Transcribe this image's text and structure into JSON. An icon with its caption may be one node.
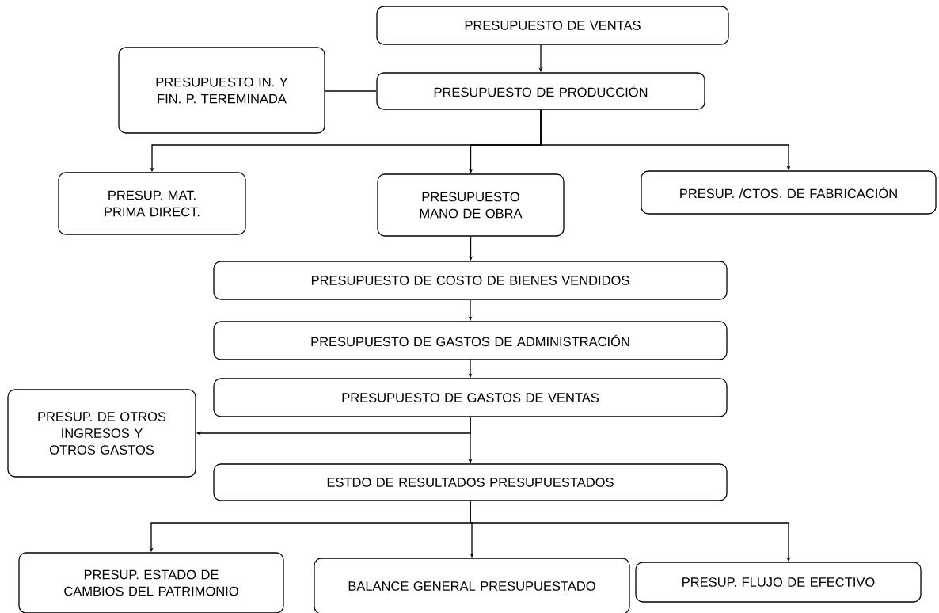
{
  "diagram": {
    "nodes": [
      {
        "text": [
          "PRESUPUESTO DE VENTAS"
        ]
      },
      {
        "text": [
          "PRESUPUESTO IN. Y FIN. P. TEREMINADA"
        ]
      },
      {
        "text": [
          "PRESUPUESTO DE PRODUCCIÓN"
        ]
      },
      {
        "text": [
          "PRESUP. MAT. PRIMA DIRECT."
        ]
      },
      {
        "text": [
          "PRESUPUESTO MANO DE OBRA"
        ]
      },
      {
        "text": [
          "PRESUP. /CTOS. DE FABRICACIÓN"
        ]
      },
      {
        "text": [
          "PRESUPUESTO DE COSTO DE BIENES VENDIDOS"
        ]
      },
      {
        "text": [
          "PRESUPUESTO DE GASTOS DE ADMINISTRACIÓN"
        ]
      },
      {
        "text": [
          "PRESUPUESTO DE GASTOS DE VENTAS"
        ]
      },
      {
        "text": [
          "PRESUP. DE OTROS INGRESOS Y OTROS GASTOS"
        ]
      },
      {
        "text": [
          "ESTDO DE RESULTADOS PRESUPUESTADOS"
        ]
      },
      {
        "text": [
          "PRESUP. ESTADO DE CAMBIOS DEL PATRIMONIO"
        ]
      },
      {
        "text": [
          "BALANCE GENERAL PRESUPUESTADO"
        ]
      },
      {
        "text": [
          "PRESUP. FLUJO DE EFECTIVO"
        ]
      }
    ],
    "edges": [
      {
        "from": 0,
        "to": 2,
        "arrow": "to"
      },
      {
        "from": 1,
        "to": 2,
        "arrow": "none"
      },
      {
        "from": 2,
        "to": 3,
        "arrow": "to"
      },
      {
        "from": 2,
        "to": 4,
        "arrow": "to"
      },
      {
        "from": 2,
        "to": 5,
        "arrow": "to"
      },
      {
        "from": 4,
        "to": 6,
        "arrow": "to"
      },
      {
        "from": 6,
        "to": 7,
        "arrow": "to"
      },
      {
        "from": 7,
        "to": 8,
        "arrow": "to"
      },
      {
        "from": 8,
        "to": 9,
        "arrow": "to"
      },
      {
        "from": 8,
        "to": 10,
        "arrow": "to"
      },
      {
        "from": 10,
        "to": 11,
        "arrow": "to"
      },
      {
        "from": 10,
        "to": 12,
        "arrow": "to"
      },
      {
        "from": 10,
        "to": 13,
        "arrow": "to"
      }
    ]
  }
}
